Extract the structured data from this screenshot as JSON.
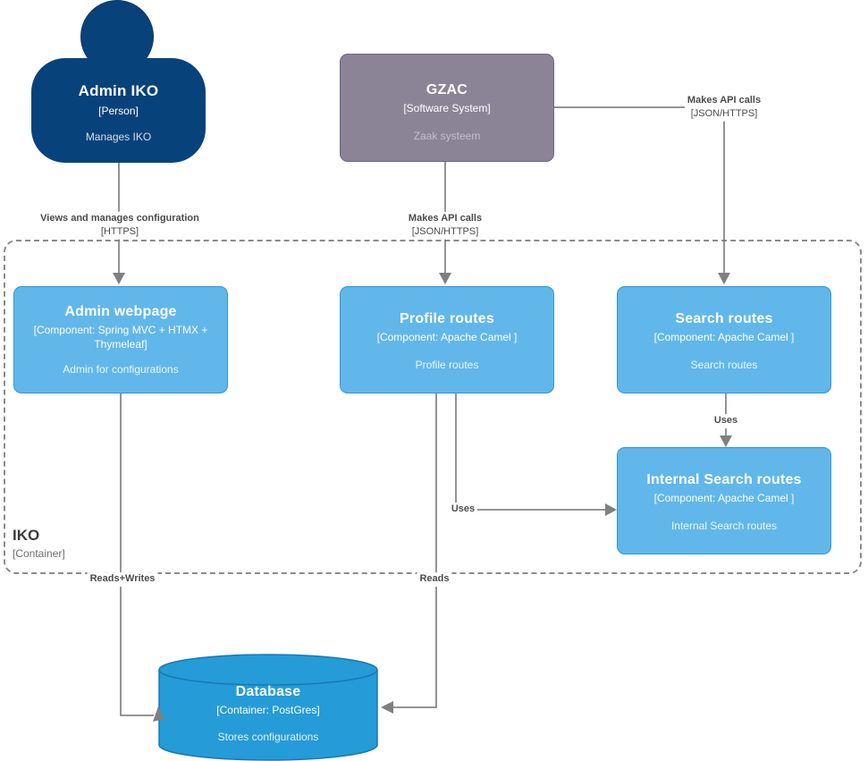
{
  "person": {
    "title": "Admin IKO",
    "subtitle": "[Person]",
    "description": "Manages IKO"
  },
  "system": {
    "title": "GZAC",
    "subtitle": "[Software System]",
    "description": "Zaak systeem"
  },
  "boundary": {
    "title": "IKO",
    "subtitle": "[Container]"
  },
  "components": [
    {
      "title": "Admin webpage",
      "subtitle": "[Component: Spring MVC + HTMX + Thymeleaf]",
      "description": "Admin for configurations"
    },
    {
      "title": "Profile routes",
      "subtitle": "[Component: Apache Camel ]",
      "description": "Profile routes"
    },
    {
      "title": "Search routes",
      "subtitle": "[Component: Apache Camel ]",
      "description": "Search routes"
    },
    {
      "title": "Internal Search routes",
      "subtitle": "[Component: Apache Camel ]",
      "description": "Internal Search routes"
    }
  ],
  "database": {
    "title": "Database",
    "subtitle": "[Container: PostGres]",
    "description": "Stores configurations"
  },
  "edges": [
    {
      "label": "Views and manages configuration",
      "protocol": "[HTTPS]"
    },
    {
      "label": "Makes API calls",
      "protocol": "[JSON/HTTPS]"
    },
    {
      "label": "Makes API calls",
      "protocol": "[JSON/HTTPS]"
    },
    {
      "label": "Uses"
    },
    {
      "label": "Uses"
    },
    {
      "label": "Reads+Writes"
    },
    {
      "label": "Reads"
    }
  ],
  "colors": {
    "person_fill": "#08427B",
    "system_fill": "#8B8497",
    "component_fill": "#61B7EA",
    "component_border": "#2F97D6",
    "database_fill": "#259BD7",
    "database_border": "#1879B2",
    "line": "#717171",
    "boundary_dash": "#8B8B8B"
  }
}
